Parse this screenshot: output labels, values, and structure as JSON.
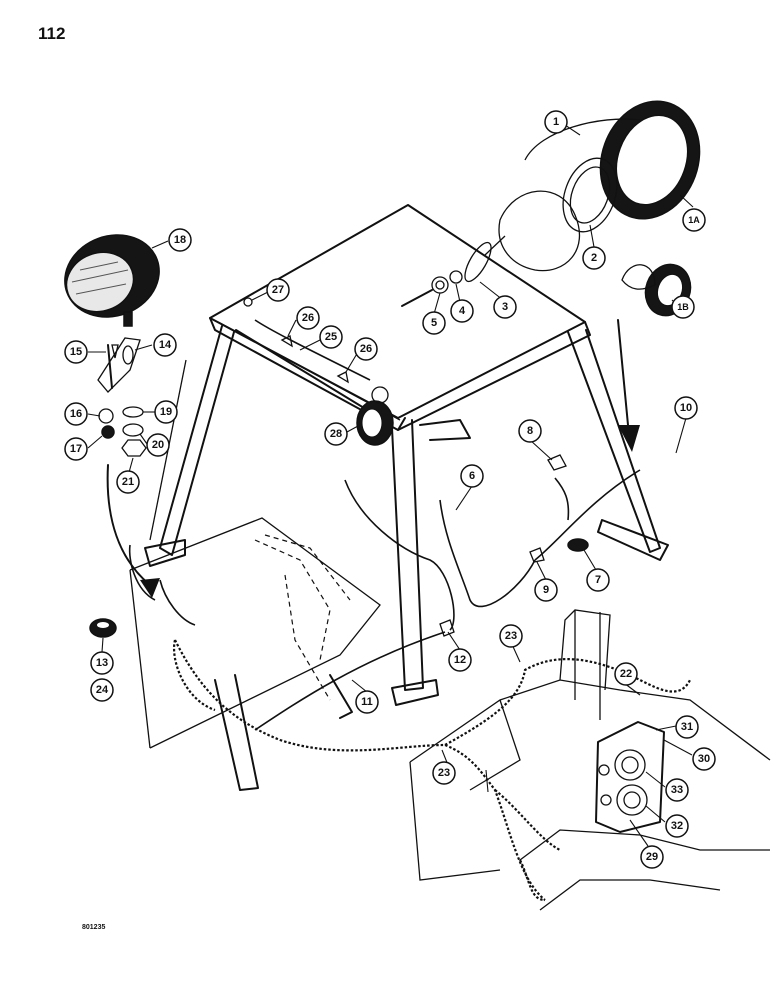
{
  "page": {
    "number": "112",
    "drawing_code": "801235"
  },
  "callouts": [
    "1",
    "1A",
    "1B",
    "2",
    "3",
    "4",
    "5",
    "6",
    "7",
    "8",
    "9",
    "10",
    "11",
    "12",
    "13",
    "14",
    "15",
    "16",
    "17",
    "18",
    "19",
    "20",
    "21",
    "22",
    "23",
    "24",
    "25",
    "26",
    "27",
    "28",
    "29",
    "30",
    "31",
    "32",
    "33"
  ]
}
